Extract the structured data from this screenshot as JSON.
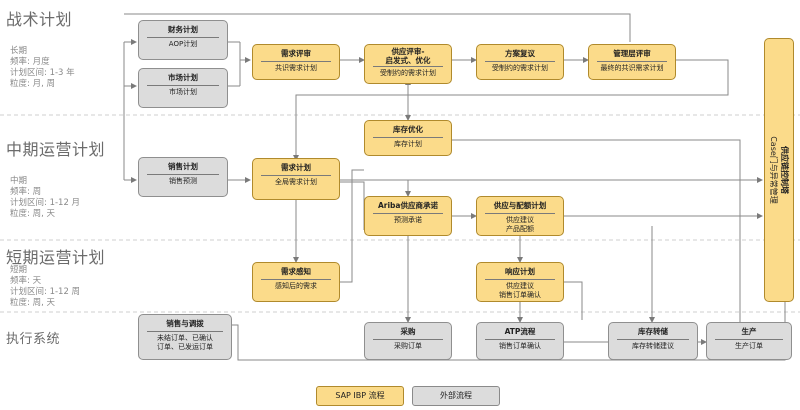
{
  "lanes": [
    {
      "title": "战术计划",
      "info": [
        "长期",
        "频率: 月度",
        "计划区间: 1-3 年",
        "粒度: 月, 周"
      ]
    },
    {
      "title": "中期运营计划",
      "info": [
        "中期",
        "频率: 周",
        "计划区间: 1-12 月",
        "粒度: 周, 天"
      ]
    },
    {
      "title": "短期运营计划",
      "info": [
        "短期",
        "频率: 天",
        "计划区间: 1-12 周",
        "粒度: 周, 天"
      ]
    },
    {
      "title": "执行系统",
      "info": []
    }
  ],
  "boxes": {
    "finance": {
      "title": "财务计划",
      "sub": [
        "AOP计划"
      ]
    },
    "market": {
      "title": "市场计划",
      "sub": [
        "市场计划"
      ]
    },
    "sales": {
      "title": "销售计划",
      "sub": [
        "销售预测"
      ]
    },
    "sales_order": {
      "title": "销售与调拨",
      "sub": [
        "未结订单、已确认",
        "订单、已发运订单"
      ]
    },
    "demand_review": {
      "title": "需求评审",
      "sub": [
        "共识需求计划"
      ]
    },
    "supply_review": {
      "title": "供应评审-启发式、优化",
      "title_lines": [
        "供应评审-",
        "启发式、优化"
      ],
      "sub": [
        "受制约的需求计划"
      ]
    },
    "plan_review": {
      "title": "方案复议",
      "sub": [
        "受制约的需求计划"
      ]
    },
    "mgmt_review": {
      "title": "管理层评审",
      "sub": [
        "最终的共识需求计划"
      ]
    },
    "inventory_opt": {
      "title": "库存优化",
      "sub": [
        "库存计划"
      ]
    },
    "demand_plan": {
      "title": "需求计划",
      "sub": [
        "全局需求计划"
      ]
    },
    "ariba": {
      "title": "Ariba供应商承诺",
      "sub": [
        "预测承诺"
      ]
    },
    "supply_alloc": {
      "title": "供应与配额计划",
      "sub": [
        "供应建议",
        "产品配额"
      ]
    },
    "demand_sense": {
      "title": "需求感知",
      "sub": [
        "感知后的需求"
      ]
    },
    "response": {
      "title": "响应计划",
      "sub": [
        "供应建议",
        "销售订单确认"
      ]
    },
    "purchase": {
      "title": "采购",
      "sub": [
        "采购订单"
      ]
    },
    "atp": {
      "title": "ATP流程",
      "sub": [
        "销售订单确认"
      ]
    },
    "stock_transfer": {
      "title": "库存转储",
      "sub": [
        "库存转储建议"
      ]
    },
    "production": {
      "title": "生产",
      "sub": [
        "生产订单"
      ]
    }
  },
  "control_tower": {
    "title": "供应链控制塔",
    "sub": "Case门与异常管理"
  },
  "legend": {
    "ibp": "SAP IBP 流程",
    "ext": "外部流程"
  },
  "colors": {
    "ibp_fill": "#fbdb8a",
    "ext_fill": "#dcdcdc",
    "line": "#8a8a8a",
    "text": "#222222"
  }
}
